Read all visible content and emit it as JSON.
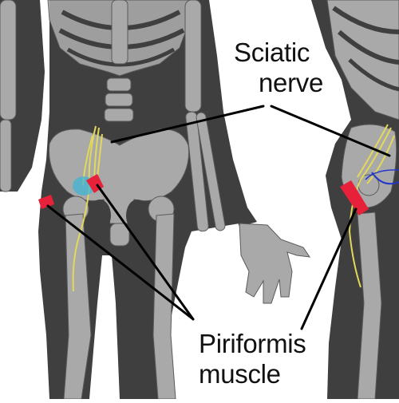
{
  "labels": {
    "sciatic_line1": "Sciatic",
    "sciatic_line2": "nerve",
    "piriformis_line1": "Piriformis",
    "piriformis_line2": "muscle"
  },
  "colors": {
    "background": "#ffffff",
    "silhouette": "#3f3f3f",
    "bone": "#a9a9a9",
    "bone_edge": "#5a5a5a",
    "nerve": "#e2d85a",
    "muscle": "#e8213a",
    "inflammation": "#37b6d6",
    "artery_line": "#2336c9",
    "leader_line": "#000000",
    "label_text": "#111111"
  },
  "views": [
    "front-view",
    "side-view"
  ]
}
